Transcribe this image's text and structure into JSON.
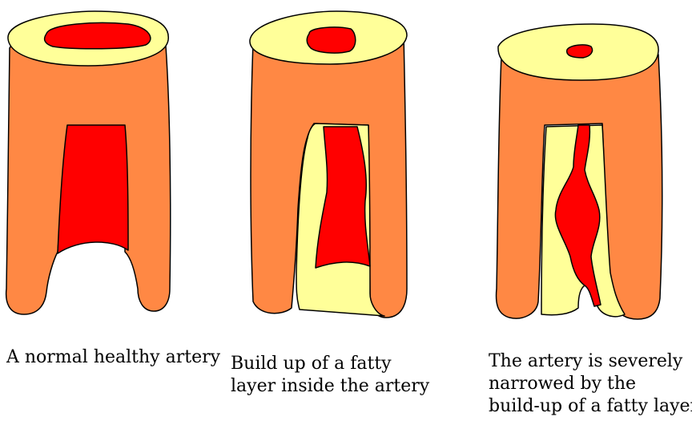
{
  "colors": {
    "wall": "#ff8844",
    "fat": "#ffff99",
    "blood": "#ff0000",
    "outline": "#000000",
    "background": "#ffffff"
  },
  "captions": {
    "normal": [
      "A normal healthy artery"
    ],
    "partial": [
      "Build up of a fatty",
      "layer inside the artery"
    ],
    "severe": [
      "The artery is severely",
      "narrowed by the",
      "build-up of a fatty layer"
    ]
  }
}
